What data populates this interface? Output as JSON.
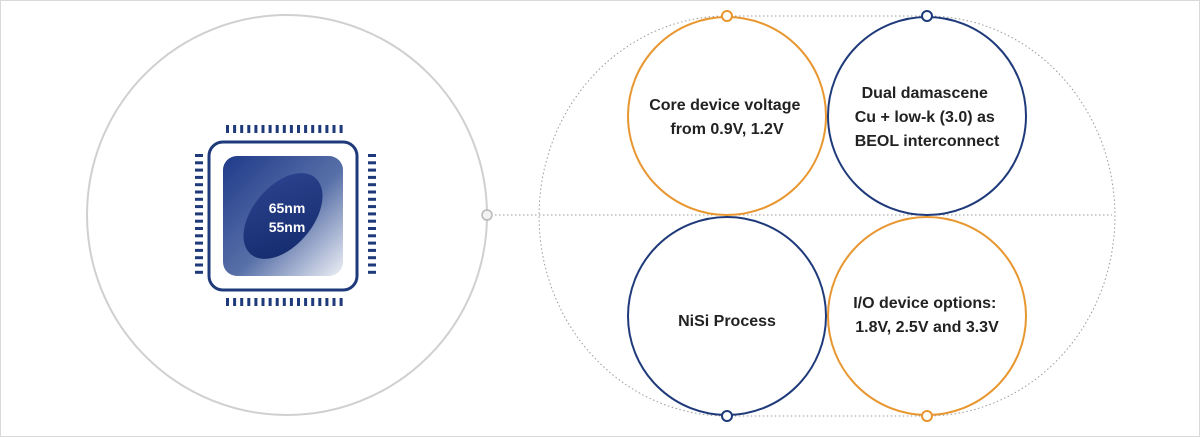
{
  "chip": {
    "line1": "65nm",
    "line2": "55nm"
  },
  "features": [
    {
      "id": "core-voltage",
      "lines": [
        "Core device voltage",
        "from 0.9V, 1.2V"
      ],
      "color": "#e8962f"
    },
    {
      "id": "beol",
      "lines": [
        "Dual damascene",
        "Cu + low-k (3.0) as",
        "BEOL interconnect"
      ],
      "color": "#1f3a7a"
    },
    {
      "id": "nisi",
      "lines": [
        "NiSi Process"
      ],
      "color": "#1f3a7a"
    },
    {
      "id": "io-voltage",
      "lines": [
        "I/O device options:",
        "1.8V, 2.5V and 3.3V"
      ],
      "color": "#e8962f"
    }
  ],
  "colors": {
    "navy": "#1f3a7a",
    "orange": "#e8962f",
    "gray_outline": "#d0d0d0",
    "dotted": "#9a9a9a"
  }
}
